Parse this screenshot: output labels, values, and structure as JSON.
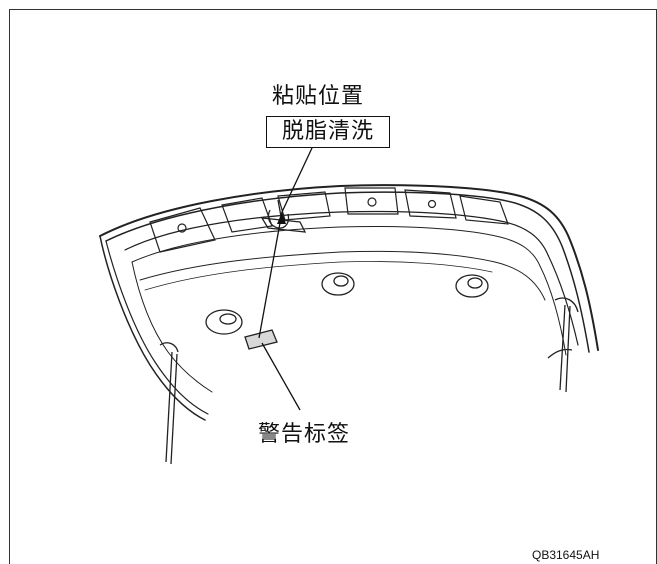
{
  "labels": {
    "position": "粘贴位置",
    "degrease": "脱脂清洗",
    "warning": "警告标签",
    "code": "QB31645AH"
  },
  "colors": {
    "line": "#222222",
    "label_fill": "#d8d8d8",
    "background": "#ffffff"
  }
}
